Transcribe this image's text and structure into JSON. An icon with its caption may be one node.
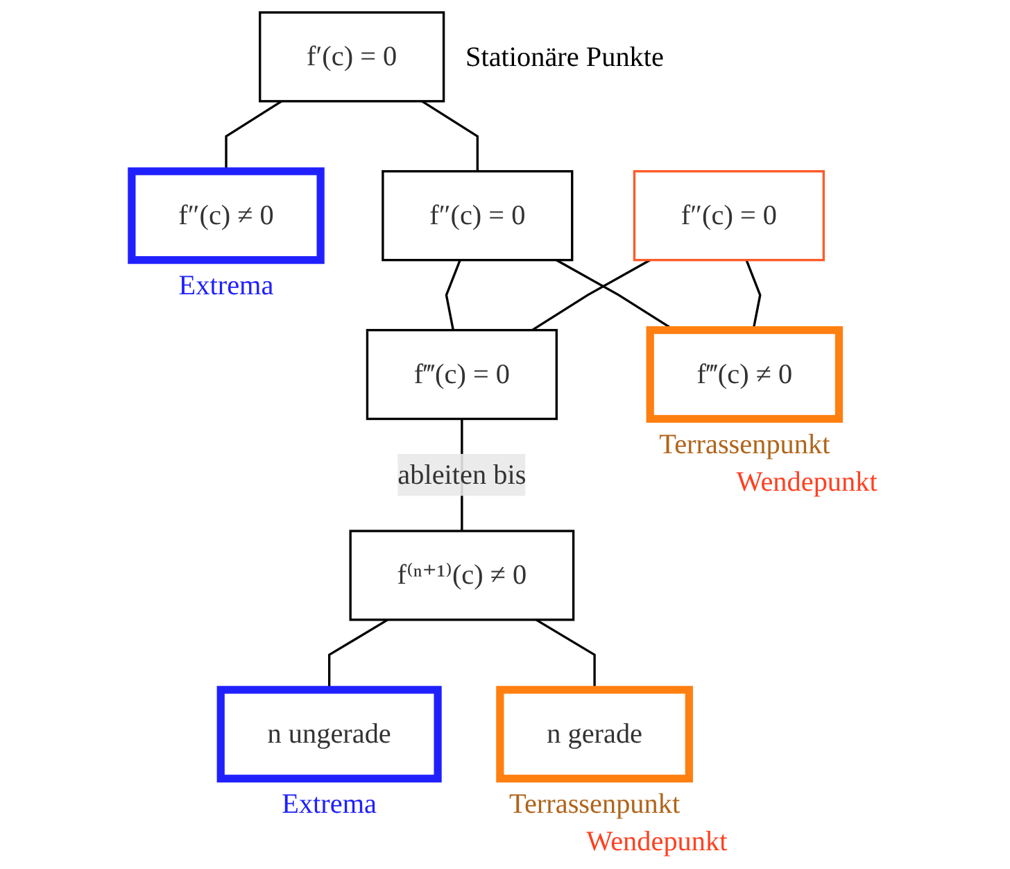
{
  "diagram": {
    "nodes": [
      {
        "text": [
          "f′(c) = 0"
        ],
        "beside": [
          "Stationäre Punkte"
        ]
      },
      {
        "text": [
          "f″(c) ≠ 0"
        ],
        "beside": [
          "Extrema"
        ]
      },
      {
        "text": [
          "f″(c) = 0"
        ]
      },
      {
        "text": [
          "f″(c) = 0"
        ]
      },
      {
        "text": [
          "f‴(c) = 0"
        ]
      },
      {
        "text": [
          "f‴(c) ≠ 0"
        ],
        "beside": [
          "Terrassenpunkt",
          "Wendepunkt"
        ]
      },
      {
        "text": [
          "f⁽ⁿ⁺¹⁾(c) ≠ 0"
        ]
      },
      {
        "text": [
          "n ungerade"
        ],
        "beside": [
          "Extrema"
        ]
      },
      {
        "text": [
          "n gerade"
        ],
        "beside": [
          "Terrassenpunkt",
          "Wendepunkt"
        ]
      }
    ],
    "edges": [
      {
        "from": 0,
        "to": 1,
        "arrow": "none"
      },
      {
        "from": 0,
        "to": 2,
        "arrow": "none"
      },
      {
        "from": 2,
        "to": 4,
        "arrow": "none"
      },
      {
        "from": 2,
        "to": 5,
        "arrow": "none"
      },
      {
        "from": 3,
        "to": 4,
        "arrow": "none"
      },
      {
        "from": 3,
        "to": 5,
        "arrow": "none"
      },
      {
        "from": 4,
        "to": 6,
        "arrow": "none",
        "label": "ableiten bis"
      },
      {
        "from": 6,
        "to": 7,
        "arrow": "none"
      },
      {
        "from": 6,
        "to": 8,
        "arrow": "none"
      }
    ]
  }
}
